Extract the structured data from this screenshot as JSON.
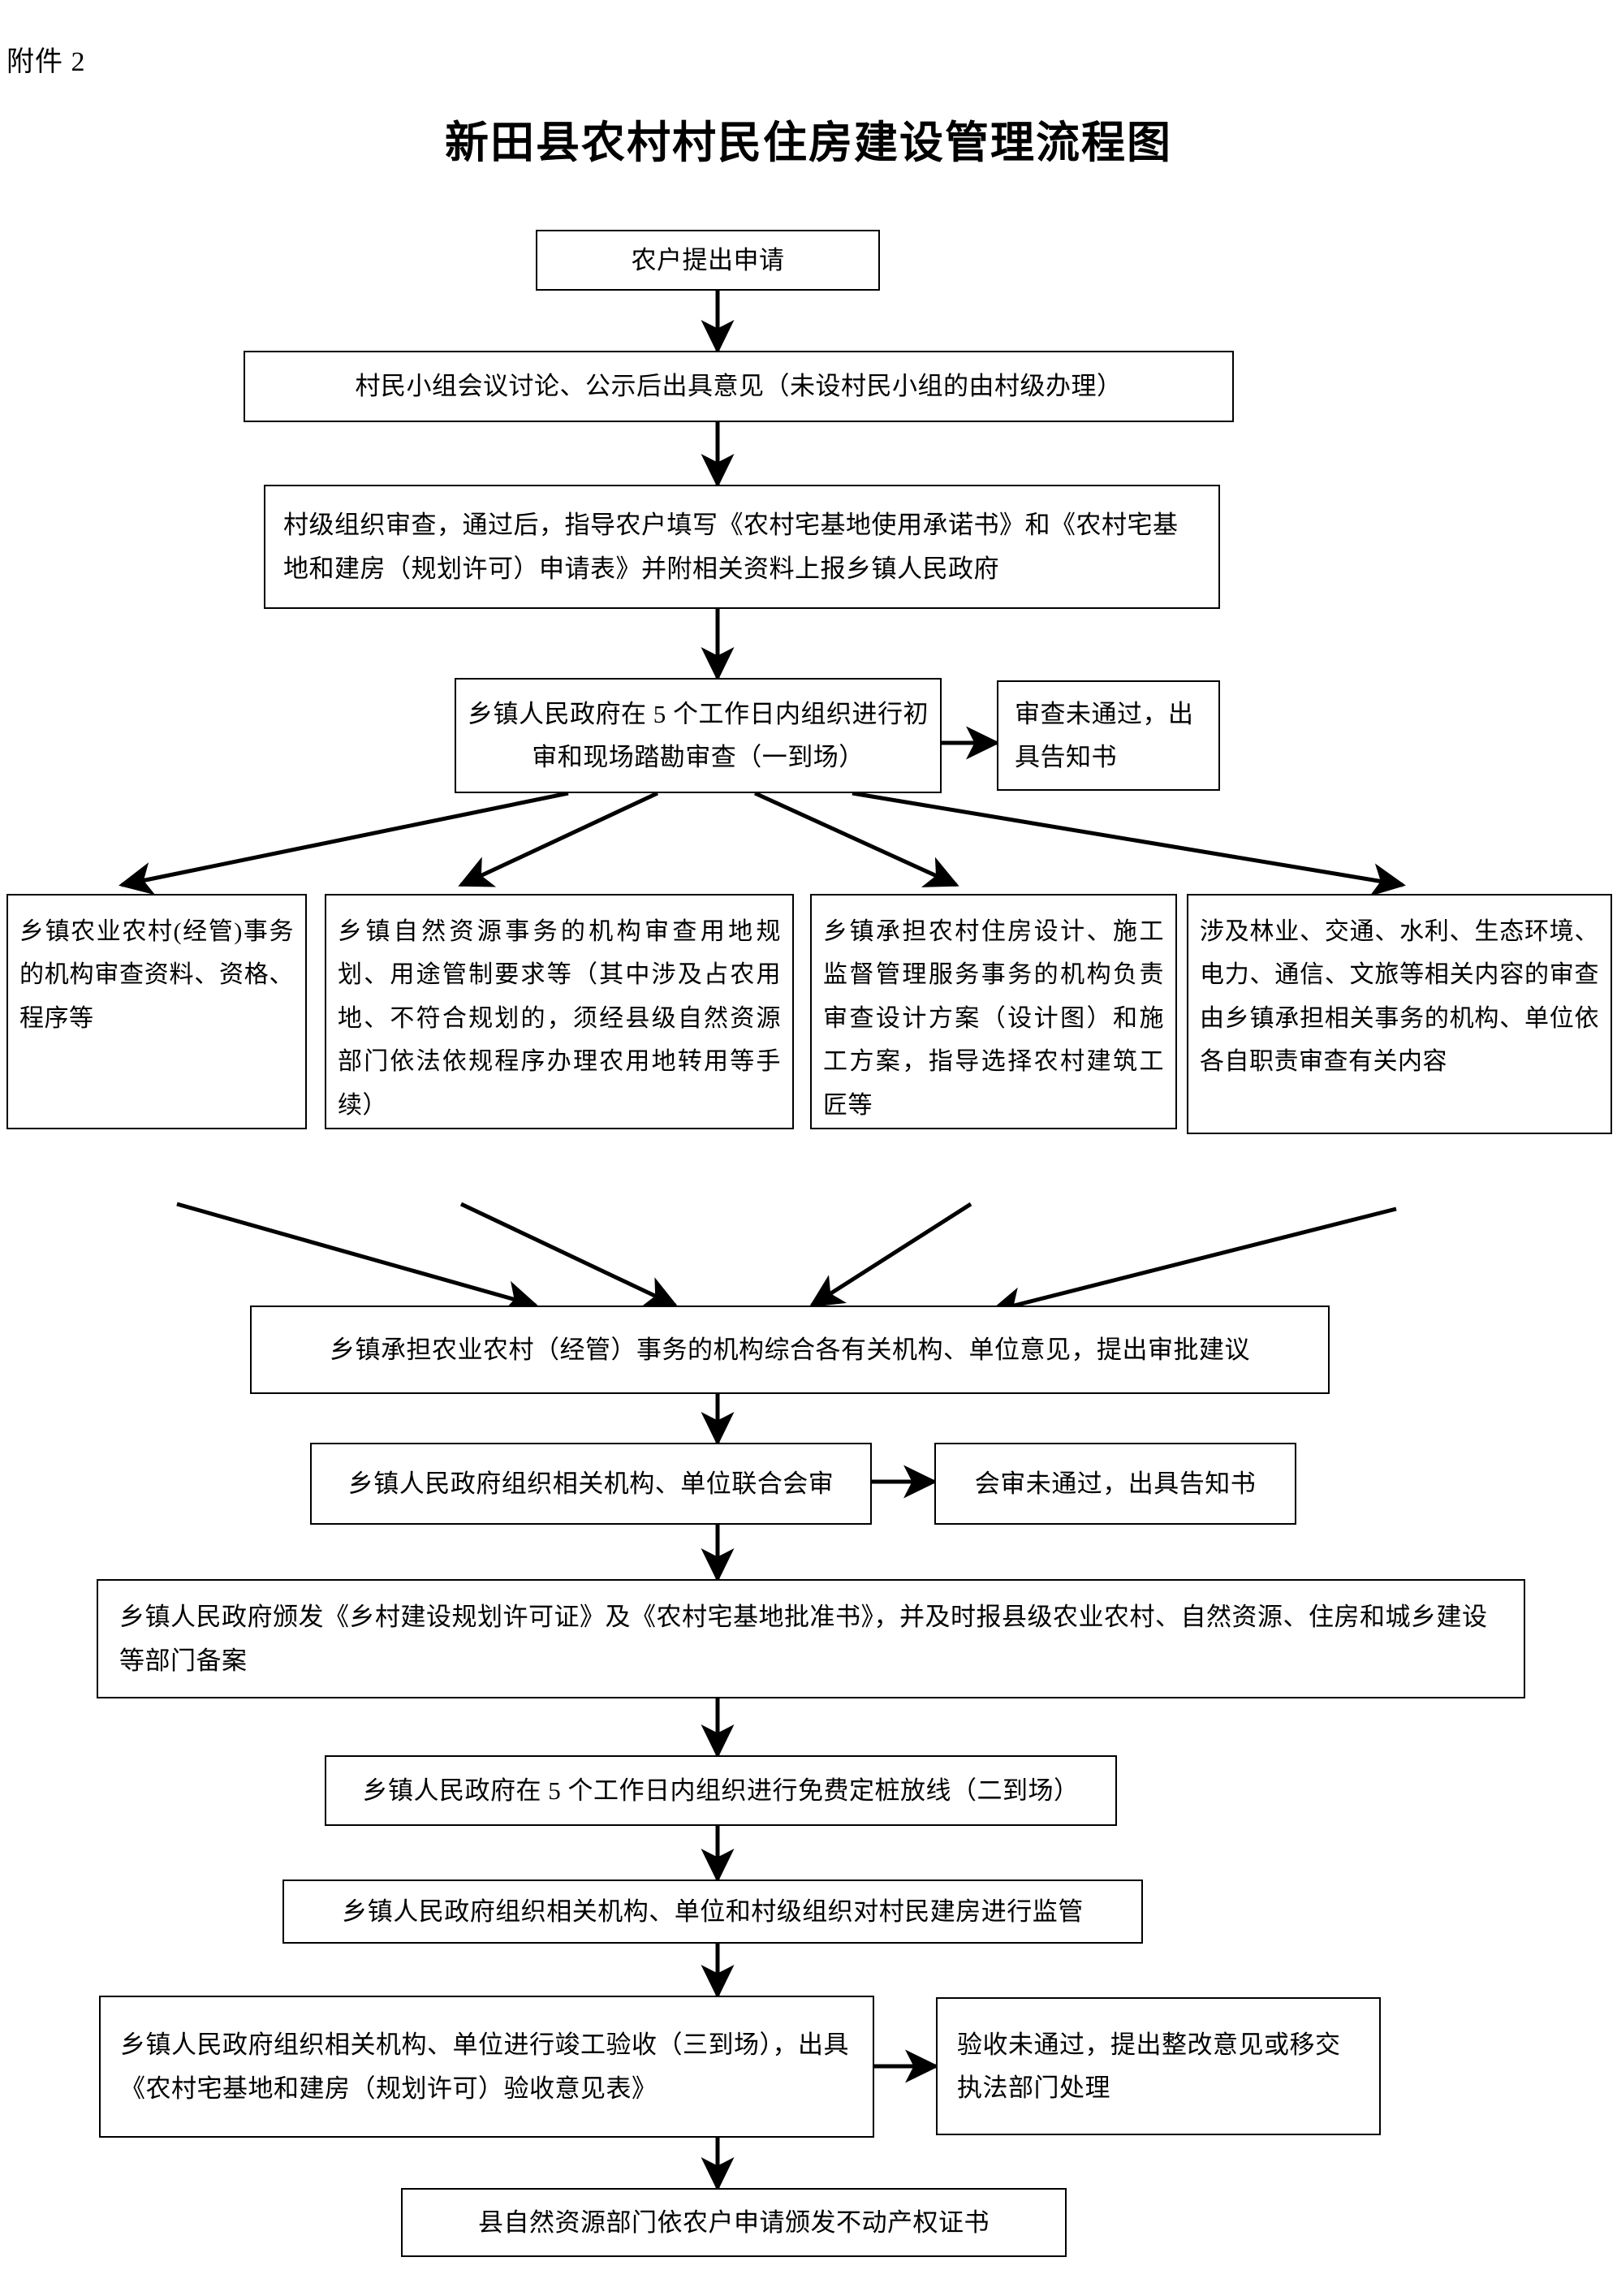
{
  "header": {
    "attachment_label": "附件 2",
    "title": "新田县农村村民住房建设管理流程图"
  },
  "flow": {
    "nodes": [
      {
        "id": "apply",
        "label": "农户提出申请"
      },
      {
        "id": "villager-group",
        "label": "村民小组会议讨论、公示后出具意见（未设村民小组的由村级办理）"
      },
      {
        "id": "village-review",
        "label": "村级组织审查，通过后，指导农户填写《农村宅基地使用承诺书》和《农村宅基地和建房（规划许可）申请表》并附相关资料上报乡镇人民政府"
      },
      {
        "id": "township-first-review",
        "label": "乡镇人民政府在 5 个工作日内组织进行初审和现场踏勘审查（一到场）"
      },
      {
        "id": "review-failed",
        "label": "审查未通过，出具告知书"
      },
      {
        "id": "branch-agriculture",
        "label": "乡镇农业农村(经管)事务的机构审查资料、资格、程序等"
      },
      {
        "id": "branch-natural-resources",
        "label": "乡镇自然资源事务的机构审查用地规划、用途管制要求等（其中涉及占农用地、不符合规划的，须经县级自然资源部门依法依规程序办理农用地转用等手续）"
      },
      {
        "id": "branch-housing-design",
        "label": "乡镇承担农村住房设计、施工监督管理服务事务的机构负责审查设计方案（设计图）和施工方案，指导选择农村建筑工匠等"
      },
      {
        "id": "branch-other-departments",
        "label": "涉及林业、交通、水利、生态环境、电力、通信、文旅等相关内容的审查由乡镇承担相关事务的机构、单位依各自职责审查有关内容"
      },
      {
        "id": "consolidate-opinions",
        "label": "乡镇承担农业农村（经管）事务的机构综合各有关机构、单位意见，提出审批建议"
      },
      {
        "id": "joint-review",
        "label": "乡镇人民政府组织相关机构、单位联合会审"
      },
      {
        "id": "joint-review-failed",
        "label": "会审未通过，出具告知书"
      },
      {
        "id": "issue-permit",
        "label": "乡镇人民政府颁发《乡村建设规划许可证》及《农村宅基地批准书》，并及时报县级农业农村、自然资源、住房和城乡建设等部门备案"
      },
      {
        "id": "staking-line",
        "label": "乡镇人民政府在 5 个工作日内组织进行免费定桩放线（二到场）"
      },
      {
        "id": "construction-supervision",
        "label": "乡镇人民政府组织相关机构、单位和村级组织对村民建房进行监管"
      },
      {
        "id": "completion-acceptance",
        "label": "乡镇人民政府组织相关机构、单位进行竣工验收（三到场），出具《农村宅基地和建房（规划许可）验收意见表》"
      },
      {
        "id": "acceptance-failed",
        "label": "验收未通过，提出整改意见或移交执法部门处理"
      },
      {
        "id": "property-certificate",
        "label": "县自然资源部门依农户申请颁发不动产权证书"
      }
    ]
  },
  "style": {
    "line_color": "#000000",
    "background_color": "#ffffff",
    "box_border_color": "#000000"
  }
}
